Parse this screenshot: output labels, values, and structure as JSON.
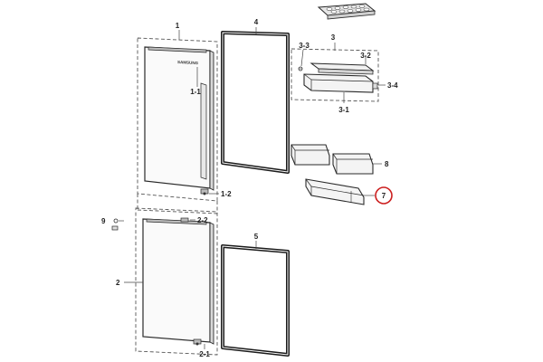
{
  "diagram": {
    "brand_text": "SAMSUNG",
    "callouts": {
      "door_upper": "1",
      "door_upper_handle": "1-1",
      "door_upper_hinge": "1-2",
      "door_lower": "2",
      "door_lower_hinge_top": "2-2",
      "door_lower_hinge_bottom": "2-1",
      "gasket_upper": "4",
      "gasket_lower": "5",
      "bin_assembly": "3",
      "bin_cover": "3-2",
      "bin_screw": "3-3",
      "bin_body": "3-1",
      "bin_side_clip": "3-4",
      "door_guard_small": "8",
      "door_guard_large": "7",
      "hinge_pin_cap": "9"
    },
    "highlight": {
      "target_callout": "7",
      "circle_color": "#cc1f1f"
    }
  }
}
